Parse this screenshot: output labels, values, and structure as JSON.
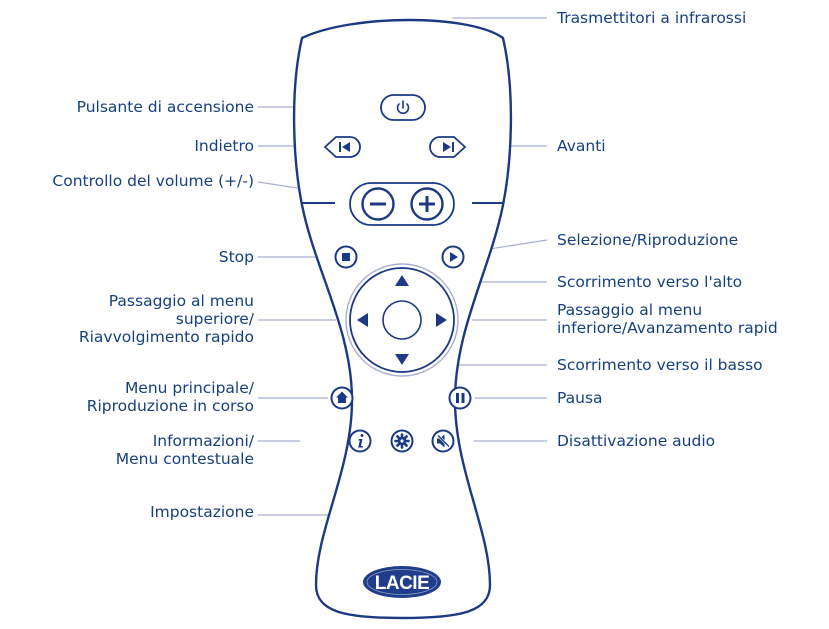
{
  "colors": {
    "ink": "#1b3a83",
    "text": "#16407f",
    "leader": "#a9afd3",
    "logo_bg": "#1f3d8a",
    "logo_text": "#ffffff"
  },
  "remote": {
    "brand_logo": "LACIE"
  },
  "labels": {
    "infrared": "Trasmettitori a infrarossi",
    "power": "Pulsante di accensione",
    "back": "Indietro",
    "forward": "Avanti",
    "volume": "Controllo del volume (+/-)",
    "stop": "Stop",
    "select_play": "Selezione/Riproduzione",
    "scroll_up": "Scorrimento verso l'alto",
    "upper_menu": [
      "Passaggio al menu",
      "superiore/",
      "Riavvolgimento rapido"
    ],
    "lower_menu": [
      "Passaggio al menu",
      "inferiore/Avanzamento rapid"
    ],
    "scroll_down": "Scorrimento verso il basso",
    "main_menu": [
      "Menu principale/",
      "Riproduzione in corso"
    ],
    "pause": "Pausa",
    "info": [
      "Informazioni/",
      "Menu contestuale"
    ],
    "mute": "Disattivazione audio",
    "settings": "Impostazione"
  },
  "icons": {
    "power": "power-icon",
    "back": "skip-back-icon",
    "forward": "skip-forward-icon",
    "volume_down": "minus-icon",
    "volume_up": "plus-icon",
    "stop": "stop-icon",
    "play": "play-icon",
    "up": "arrow-up-icon",
    "down": "arrow-down-icon",
    "left": "arrow-left-icon",
    "right": "arrow-right-icon",
    "home": "home-icon",
    "pause": "pause-icon",
    "info": "info-icon",
    "settings": "gear-icon",
    "mute": "mute-icon"
  }
}
